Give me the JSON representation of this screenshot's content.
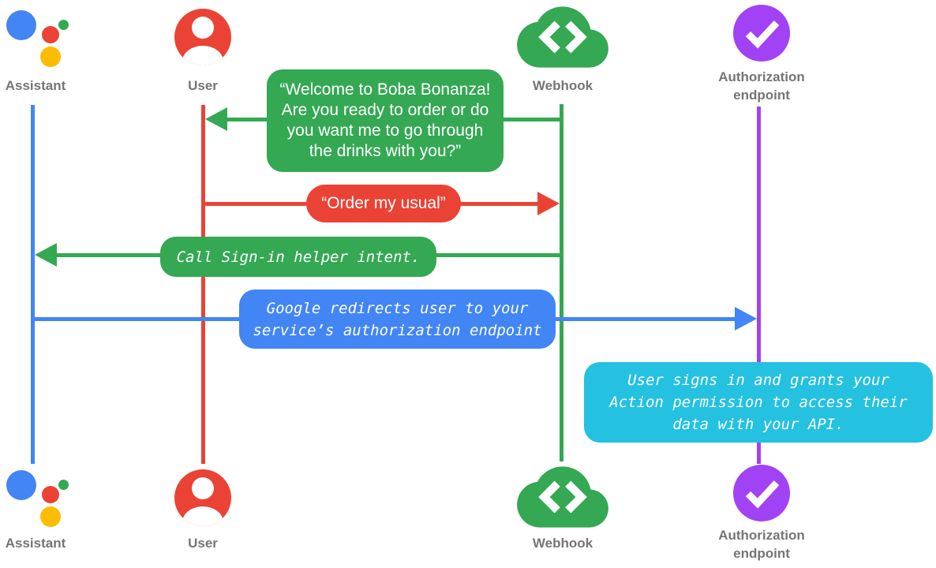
{
  "title": "Account linking sign-in sequence diagram",
  "colors": {
    "assistant_blue": "#4285F4",
    "user_red": "#EA4335",
    "webhook_green": "#34A853",
    "assistant_yellow": "#FBBC04",
    "auth_purple": "#A142F4",
    "note_cyan": "#24C1E0",
    "label_gray": "#757575",
    "bubble_text": "#FFFFFF"
  },
  "actors": {
    "assistant": {
      "label": "Assistant",
      "icon": "google-assistant-icon",
      "color": "#4285F4"
    },
    "user": {
      "label": "User",
      "icon": "user-icon",
      "color": "#EA4335"
    },
    "webhook": {
      "label": "Webhook",
      "icon": "cloud-code-icon",
      "color": "#34A853"
    },
    "auth": {
      "label": "Authorization endpoint",
      "icon": "check-circle-icon",
      "color": "#A142F4"
    }
  },
  "messages": {
    "welcome": {
      "from": "Webhook",
      "to": "User",
      "style": "speech",
      "color": "#34A853",
      "text": "“Welcome to Boba Bonanza!\nAre you ready to order or do\nyou want me to go through\nthe drinks with you?”"
    },
    "order": {
      "from": "User",
      "to": "Webhook",
      "style": "speech",
      "color": "#EA4335",
      "text": "“Order my usual”"
    },
    "signin": {
      "from": "Webhook",
      "to": "Assistant",
      "style": "code",
      "color": "#34A853",
      "text": "Call Sign-in helper intent."
    },
    "redirect": {
      "from": "Assistant",
      "to": "Authorization endpoint",
      "style": "code",
      "color": "#4285F4",
      "text": "Google redirects user to your\nservice’s authorization endpoint"
    },
    "grant": {
      "note_on": "Authorization endpoint",
      "style": "code",
      "color": "#24C1E0",
      "text": "User signs in and grants your\nAction permission to access their\ndata with your API."
    }
  }
}
